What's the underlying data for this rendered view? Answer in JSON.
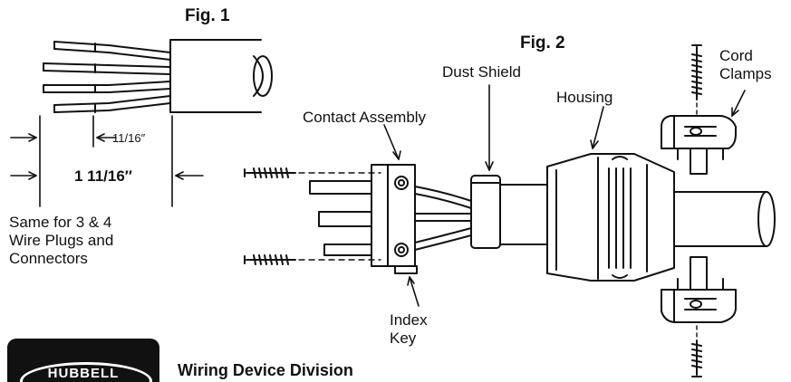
{
  "fig1": {
    "title": "Fig. 1",
    "dim_short": "11/16″",
    "dim_long": "1 11/16″",
    "note": "Same for 3 & 4 Wire Plugs and Connectors"
  },
  "fig2": {
    "title": "Fig. 2",
    "labels": {
      "cord_clamps": "Cord Clamps",
      "dust_shield": "Dust Shield",
      "housing": "Housing",
      "contact_assembly": "Contact Assembly",
      "index_key": "Index Key"
    }
  },
  "footer": {
    "logo": "HUBBELL",
    "division": "Wiring Device Division"
  }
}
